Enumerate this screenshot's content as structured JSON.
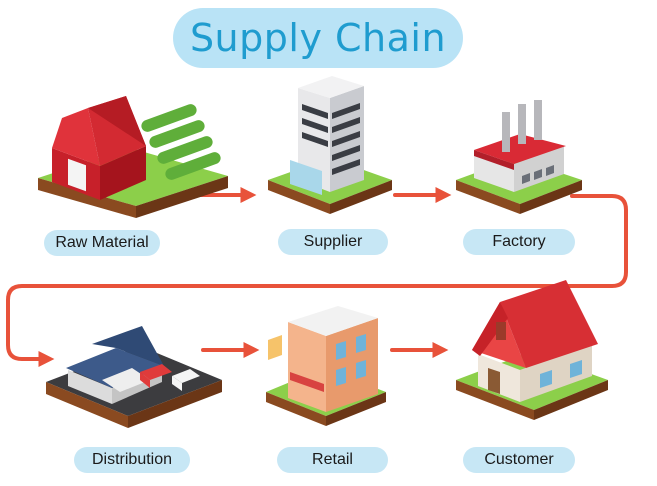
{
  "title": "Supply Chain",
  "stages": [
    {
      "label": "Raw Material"
    },
    {
      "label": "Supplier"
    },
    {
      "label": "Factory"
    },
    {
      "label": "Distribution"
    },
    {
      "label": "Retail"
    },
    {
      "label": "Customer"
    }
  ],
  "colors": {
    "title_text": "#1f9ccf",
    "title_pill": "#b9e3f6",
    "label_pill": "#c7e7f5",
    "arrow": "#e8523a"
  }
}
